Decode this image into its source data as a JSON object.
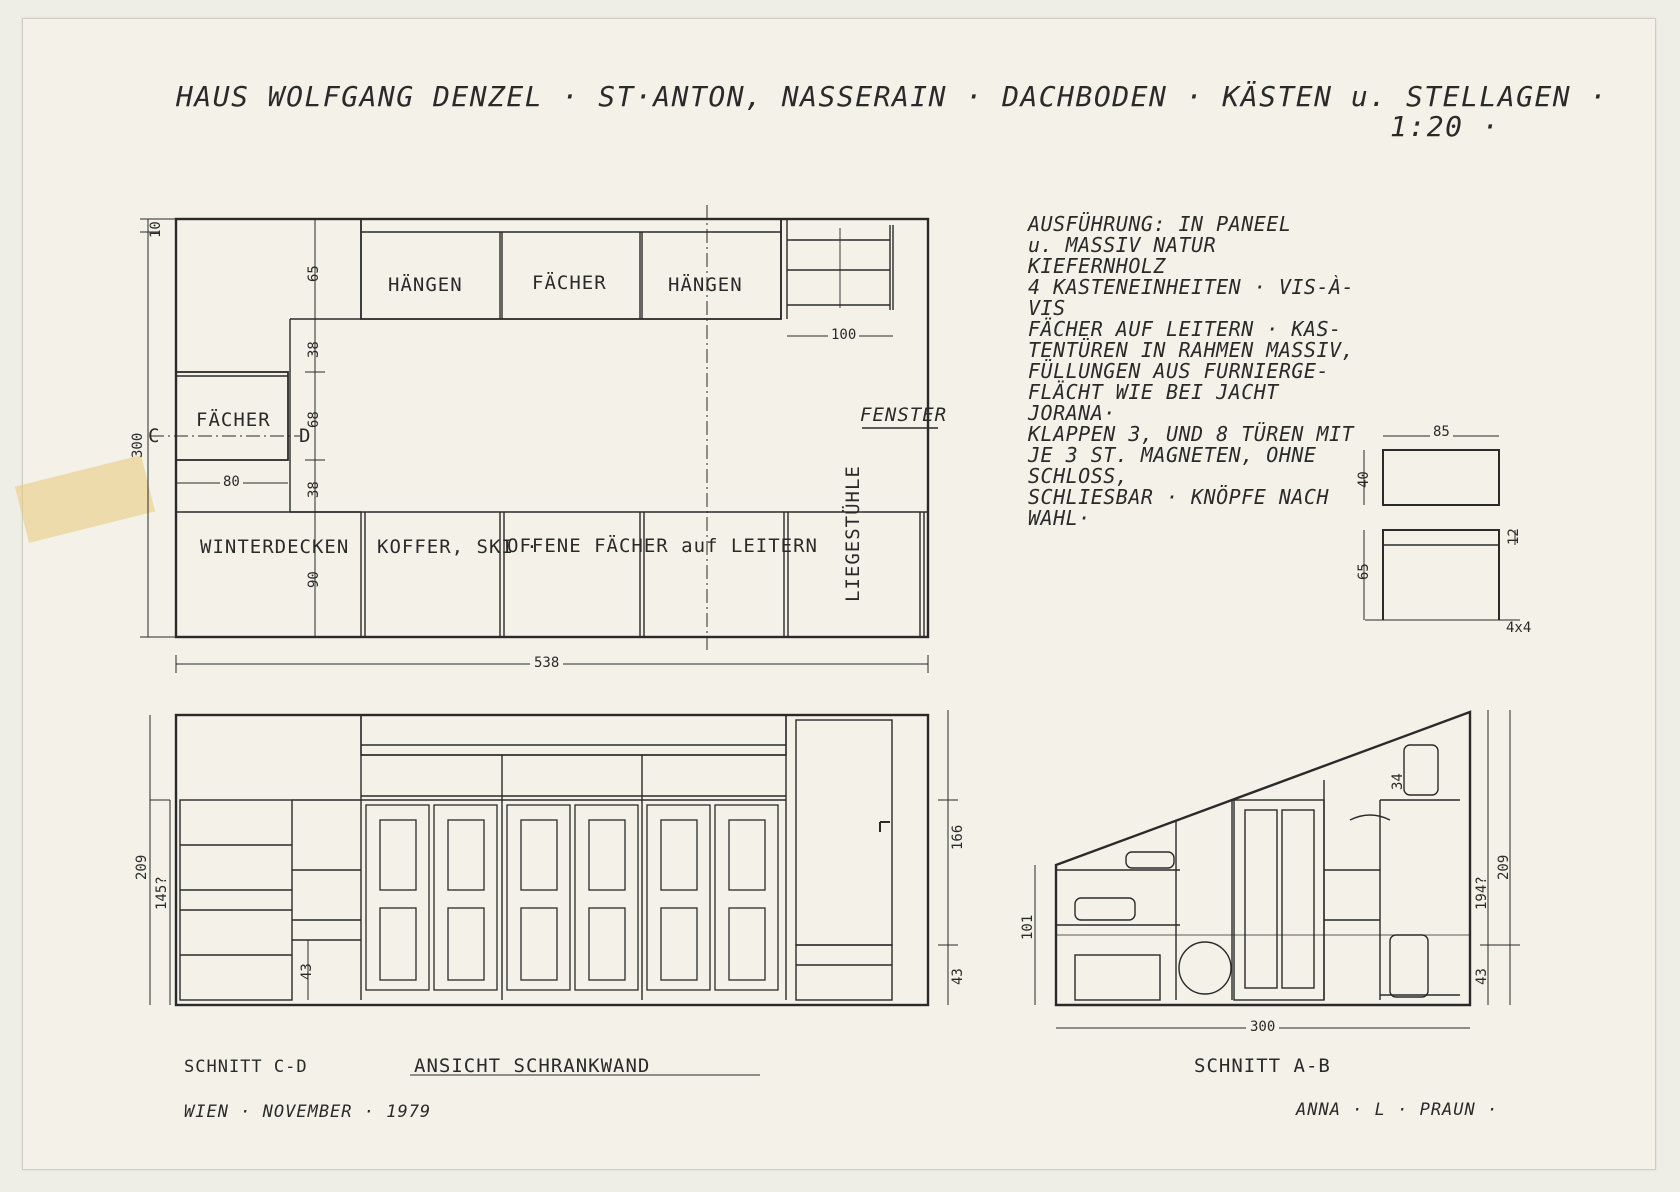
{
  "title": {
    "line1": "HAUS WOLFGANG DENZEL · ST·ANTON, NASSERAIN · DACHBODEN · KÄSTEN u. STELLAGEN ·",
    "scale": "1:20 ·"
  },
  "plan_labels": {
    "haengen_left": "HÄNGEN",
    "faecher_top": "FÄCHER",
    "haengen_right": "HÄNGEN",
    "faecher_left": "FÄCHER",
    "fenster": "FENSTER",
    "liegestuehle": "LIEGESTÜHLE",
    "winterdecken": "WINTERDECKEN",
    "koffer_ski": "KOFFER, SKI ·",
    "offene_faecher": "OFFENE FÄCHER auf LEITERN",
    "section_c": "C",
    "section_d": "D"
  },
  "plan_dims": {
    "d10": "10",
    "d65": "65",
    "d38a": "38",
    "d68": "68",
    "d38b": "38",
    "d90": "90",
    "d300": "300",
    "d80": "80",
    "d100": "100",
    "d538": "538"
  },
  "notes": [
    "AUSFÜHRUNG: IN PANEEL",
    "u. MASSIV NATUR KIEFERNHOLZ",
    "4 KASTENEINHEITEN · VIS-À-VIS",
    "FÄCHER AUF LEITERN · KAS-",
    "TENTÜREN IN RAHMEN MASSIV,",
    "FÜLLUNGEN AUS FURNIERGE-",
    "FLÄCHT WIE BEI JACHT JORANA·",
    "KLAPPEN 3, UND 8 TÜREN MIT",
    "JE 3 ST. MAGNETEN, OHNE SCHLOSS,",
    "SCHLIESBAR · KNÖPFE NACH WAHL·"
  ],
  "detail_dims": {
    "d85": "85",
    "d40": "40",
    "d65": "65",
    "d12": "12",
    "d4x4": "4x4"
  },
  "elevation_dims": {
    "d209": "209",
    "d1452": "145?",
    "d43": "43",
    "d166": "166",
    "d43b": "43"
  },
  "section_dims": {
    "d101": "101",
    "d34": "34",
    "d1942": "194?",
    "d209": "209",
    "d43": "43",
    "d300": "300"
  },
  "captions": {
    "schnitt_cd": "SCHNITT C-D",
    "ansicht": "ANSICHT SCHRANKWAND",
    "schnitt_ab": "SCHNITT A-B",
    "date": "WIEN · NOVEMBER · 1979",
    "author": "ANNA · L · PRAUN ·"
  },
  "colors": {
    "paper": "#f3f1e8",
    "ink": "#2a2a2a",
    "tape": "#e8c878"
  }
}
